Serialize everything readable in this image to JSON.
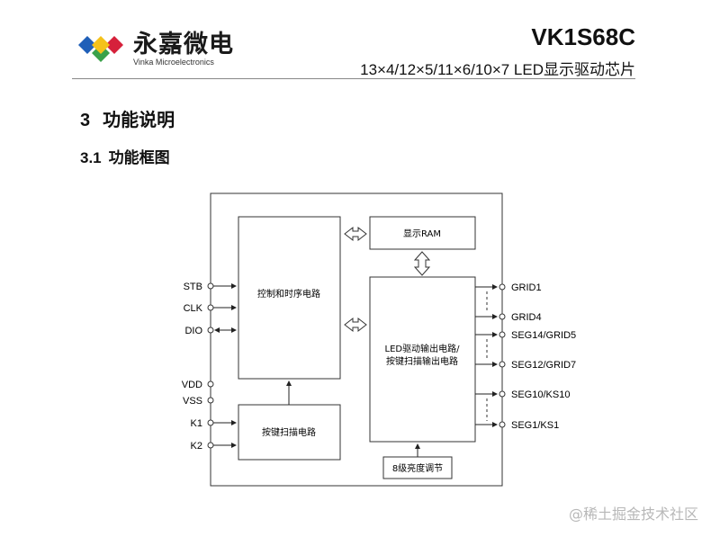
{
  "header": {
    "company_cn": "永嘉微电",
    "company_en": "Vinka Microelectronics",
    "part_number": "VK1S68C",
    "subtitle": "13×4/12×5/11×6/10×7  LED显示驱动芯片",
    "logo_colors": [
      "#1f5fb8",
      "#d6213b",
      "#3aa14a",
      "#f4c21b"
    ]
  },
  "sections": {
    "s3": {
      "number": "3",
      "title": "功能说明"
    },
    "s31": {
      "number": "3.1",
      "title": "功能框图"
    }
  },
  "diagram": {
    "blocks": {
      "display_ram": "显示RAM",
      "control_timing": "控制和时序电路",
      "led_driver_line1": "LED驱动输出电路/",
      "led_driver_line2": "按键扫描输出电路",
      "key_scan": "按键扫描电路",
      "brightness": "8级亮度调节"
    },
    "left_pins": [
      "STB",
      "CLK",
      "DIO",
      "VDD",
      "VSS",
      "K1",
      "K2"
    ],
    "right_pins": [
      "GRID1",
      "GRID4",
      "SEG14/GRID5",
      "SEG12/GRID7",
      "SEG10/KS10",
      "SEG1/KS1"
    ]
  },
  "watermark": "@稀土掘金技术社区"
}
